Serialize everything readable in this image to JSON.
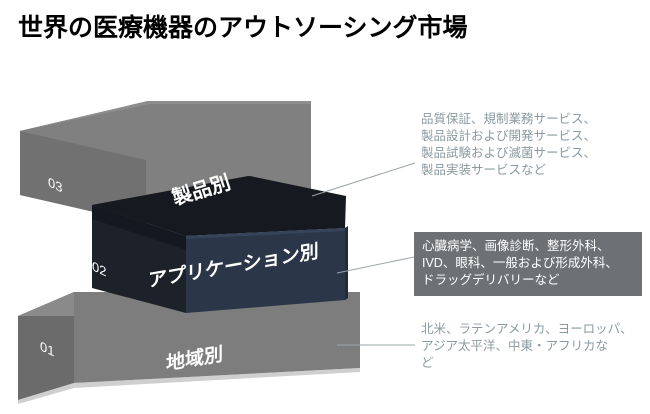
{
  "page": {
    "title": "世界の医療機器のアウトソーシング市場",
    "background_color": "#ffffff"
  },
  "colors": {
    "grey_top": "#808080",
    "grey_left": "#6f6f6f",
    "grey_front": "#7c7c7c",
    "navy_top": "#16191f",
    "navy_front": "#2b3749",
    "navy_left": "#1a1f27",
    "annotation_text": "#8a9aa0",
    "highlight_background": "#6e7174",
    "highlight_text": "#ffffff",
    "connector_line": "#9aa3a6",
    "title_text": "#000000",
    "label_text": "#ffffff"
  },
  "diagram": {
    "type": "stacked-3d-blocks",
    "blocks": [
      {
        "number": "03",
        "label": "製品別",
        "style": "grey",
        "position": "top"
      },
      {
        "number": "02",
        "label": "アプリケーション別",
        "style": "navy",
        "position": "middle"
      },
      {
        "number": "01",
        "label": "地域別",
        "style": "grey",
        "position": "bottom"
      }
    ]
  },
  "annotations": {
    "product": {
      "text": "品質保証、規制業務サービス、\n製品設計および開発サービス、\n製品試験および滅菌サービス、\n製品実装サービスなど",
      "highlighted": false
    },
    "application": {
      "text": "心臓病学、画像診断、整形外科、\nIVD、眼科、一般および形成外科、\nドラッグデリバリーなど",
      "highlighted": true
    },
    "region": {
      "text": "北米、ラテンアメリカ、ヨーロッパ、\nアジア太平洋、中東・アフリカな\nど",
      "highlighted": false
    }
  }
}
